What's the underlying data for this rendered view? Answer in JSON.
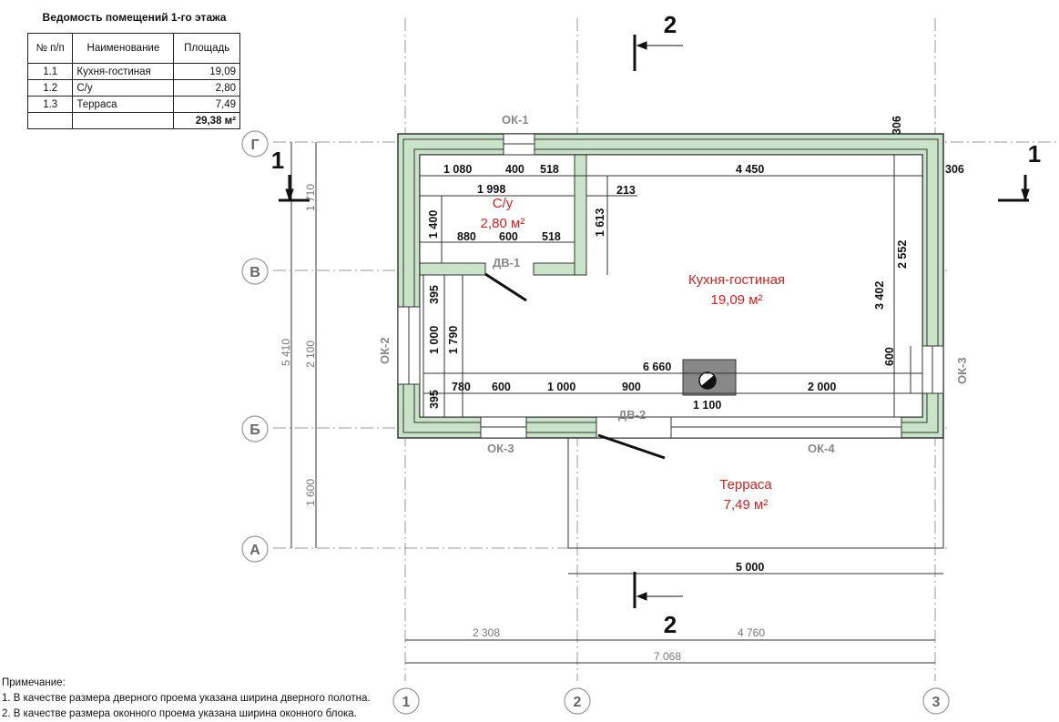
{
  "schedule": {
    "title": "Ведомость помещений 1-го этажа",
    "headers": [
      "№ п/п",
      "Наименование",
      "Площадь"
    ],
    "rows": [
      {
        "num": "1.1",
        "name": "Кухня-гостиная",
        "area": "19,09"
      },
      {
        "num": "1.2",
        "name": "С/у",
        "area": "2,80"
      },
      {
        "num": "1.3",
        "name": "Терраса",
        "area": "7,49"
      }
    ],
    "total": "29,38 м²"
  },
  "rooms": {
    "wc": {
      "name": "С/у",
      "area": "2,80 м²"
    },
    "kitchen": {
      "name": "Кухня-гостиная",
      "area": "19,09 м²"
    },
    "terrace": {
      "name": "Терраса",
      "area": "7,49 м²"
    }
  },
  "axes": {
    "rows": [
      "Г",
      "В",
      "Б",
      "А"
    ],
    "cols": [
      "1",
      "2",
      "3"
    ]
  },
  "sections": {
    "s1": "1",
    "s2": "2"
  },
  "tags": {
    "ok1": "ОК-1",
    "ok2": "ОК-2",
    "ok3_right": "ОК-3",
    "ok3_bottom": "ОК-3",
    "ok4": "ОК-4",
    "dv1": "ДВ-1",
    "dv2": "ДВ-2"
  },
  "dims": {
    "d1080": "1 080",
    "d400": "400",
    "d518a": "518",
    "d4450": "4 450",
    "d306a": "306",
    "d306b": "306",
    "d1998": "1 998",
    "d213": "213",
    "d880": "880",
    "d600a": "600",
    "d518b": "518",
    "d1400": "1 400",
    "d1613": "1 613",
    "d2552": "2 552",
    "d3402": "3 402",
    "d600v": "600",
    "d395a": "395",
    "d1000v": "1 000",
    "d1790": "1 790",
    "d395b": "395",
    "d6660": "6 660",
    "d780": "780",
    "d600b": "600",
    "d1000h": "1 000",
    "d900": "900",
    "d1100": "1 100",
    "d2000": "2 000",
    "d5000": "5 000",
    "o1710": "1 710",
    "o2100": "2 100",
    "o1600": "1 600",
    "o5410": "5 410",
    "o2308": "2 308",
    "o4760": "4 760",
    "o7068": "7 068"
  },
  "notes": {
    "title": "Примечание:",
    "line1": "1. В качестве размера дверного проема указана ширина дверного полотна.",
    "line2": "2. В качестве размера оконного проема указана ширина оконного блока."
  }
}
